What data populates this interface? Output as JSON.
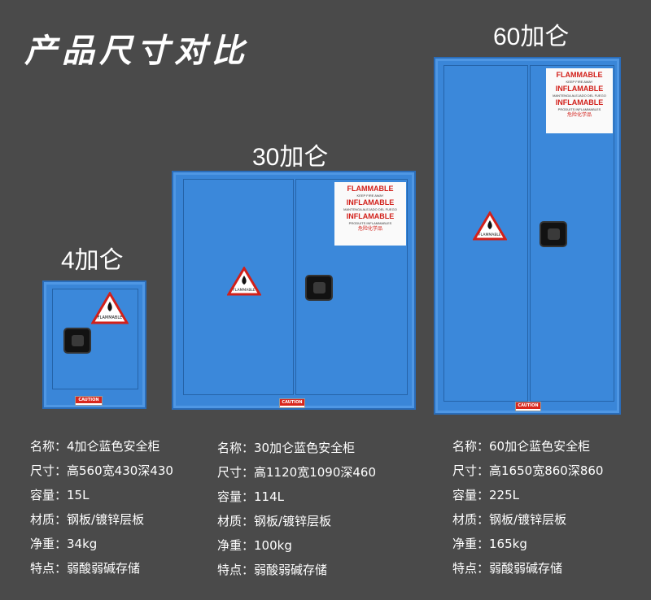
{
  "title": "产品尺寸对比",
  "products": [
    {
      "caption": "4加仑",
      "label_lines": [],
      "triangle_text": "FLAMMABLE",
      "caution": "CAUTION",
      "specs": [
        {
          "key": "名称：",
          "value": "4加仑蓝色安全柜"
        },
        {
          "key": "尺寸：",
          "value": "高560宽430深430"
        },
        {
          "key": "容量：",
          "value": "15L"
        },
        {
          "key": "材质：",
          "value": "钢板/镀锌层板"
        },
        {
          "key": "净重：",
          "value": "34kg"
        },
        {
          "key": "特点：",
          "value": "弱酸弱碱存储"
        }
      ]
    },
    {
      "caption": "30加仑",
      "label": {
        "l1": "FLAMMABLE",
        "l2": "KEEP FIRE AWAY",
        "l3": "INFLAMABLE",
        "l4": "MANTENGA ALEJADO DEL FUEGO",
        "l5": "INFLAMABLE",
        "l6": "PRODUITS INFLAMMABLES",
        "l7": "危险化学品"
      },
      "triangle_text": "FLAMMABLE",
      "caution": "CAUTION",
      "specs": [
        {
          "key": "名称：",
          "value": "30加仑蓝色安全柜"
        },
        {
          "key": "尺寸：",
          "value": "高1120宽1090深460"
        },
        {
          "key": "容量：",
          "value": "114L"
        },
        {
          "key": "材质：",
          "value": "钢板/镀锌层板"
        },
        {
          "key": "净重：",
          "value": "100kg"
        },
        {
          "key": "特点：",
          "value": "弱酸弱碱存储"
        }
      ]
    },
    {
      "caption": "60加仑",
      "label": {
        "l1": "FLAMMABLE",
        "l2": "KEEP FIRE AWAY",
        "l3": "INFLAMABLE",
        "l4": "MANTENGA ALEJADO DEL FUEGO",
        "l5": "INFLAMABLE",
        "l6": "PRODUITS INFLAMMABLES",
        "l7": "危险化学品"
      },
      "triangle_text": "FLAMMABLE",
      "caution": "CAUTION",
      "specs": [
        {
          "key": "名称：",
          "value": "60加仑蓝色安全柜"
        },
        {
          "key": "尺寸：",
          "value": "高1650宽860深860"
        },
        {
          "key": "容量：",
          "value": "225L"
        },
        {
          "key": "材质：",
          "value": "钢板/镀锌层板"
        },
        {
          "key": "净重：",
          "value": "165kg"
        },
        {
          "key": "特点：",
          "value": "弱酸弱碱存储"
        }
      ]
    }
  ],
  "colors": {
    "background": "#4a4a4a",
    "cabinet_blue": "#3a86d8",
    "warning_red": "#d2201a"
  }
}
